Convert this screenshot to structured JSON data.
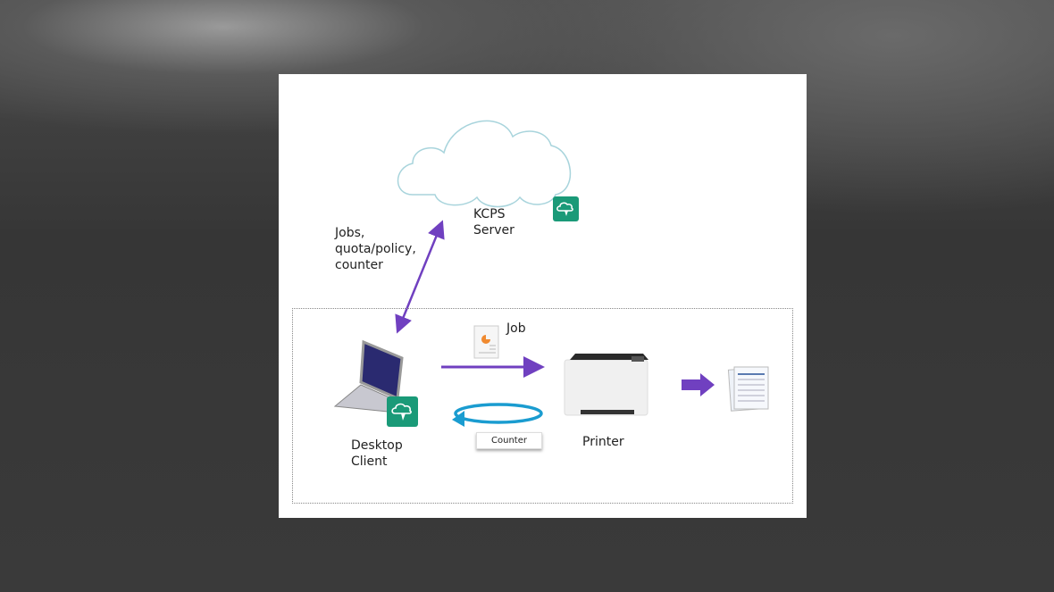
{
  "diagram": {
    "server_label_line1": "KCPS",
    "server_label_line2": "Server",
    "link_label_line1": "Jobs,",
    "link_label_line2": "quota/policy,",
    "link_label_line3": "counter",
    "job_label": "Job",
    "counter_label": "Counter",
    "client_label_line1": "Desktop",
    "client_label_line2": "Client",
    "printer_label": "Printer",
    "colors": {
      "purple": "#7040c0",
      "blue": "#1a9cd0",
      "green": "#1a9a78",
      "cloud_stroke": "#a8d4dc"
    }
  }
}
